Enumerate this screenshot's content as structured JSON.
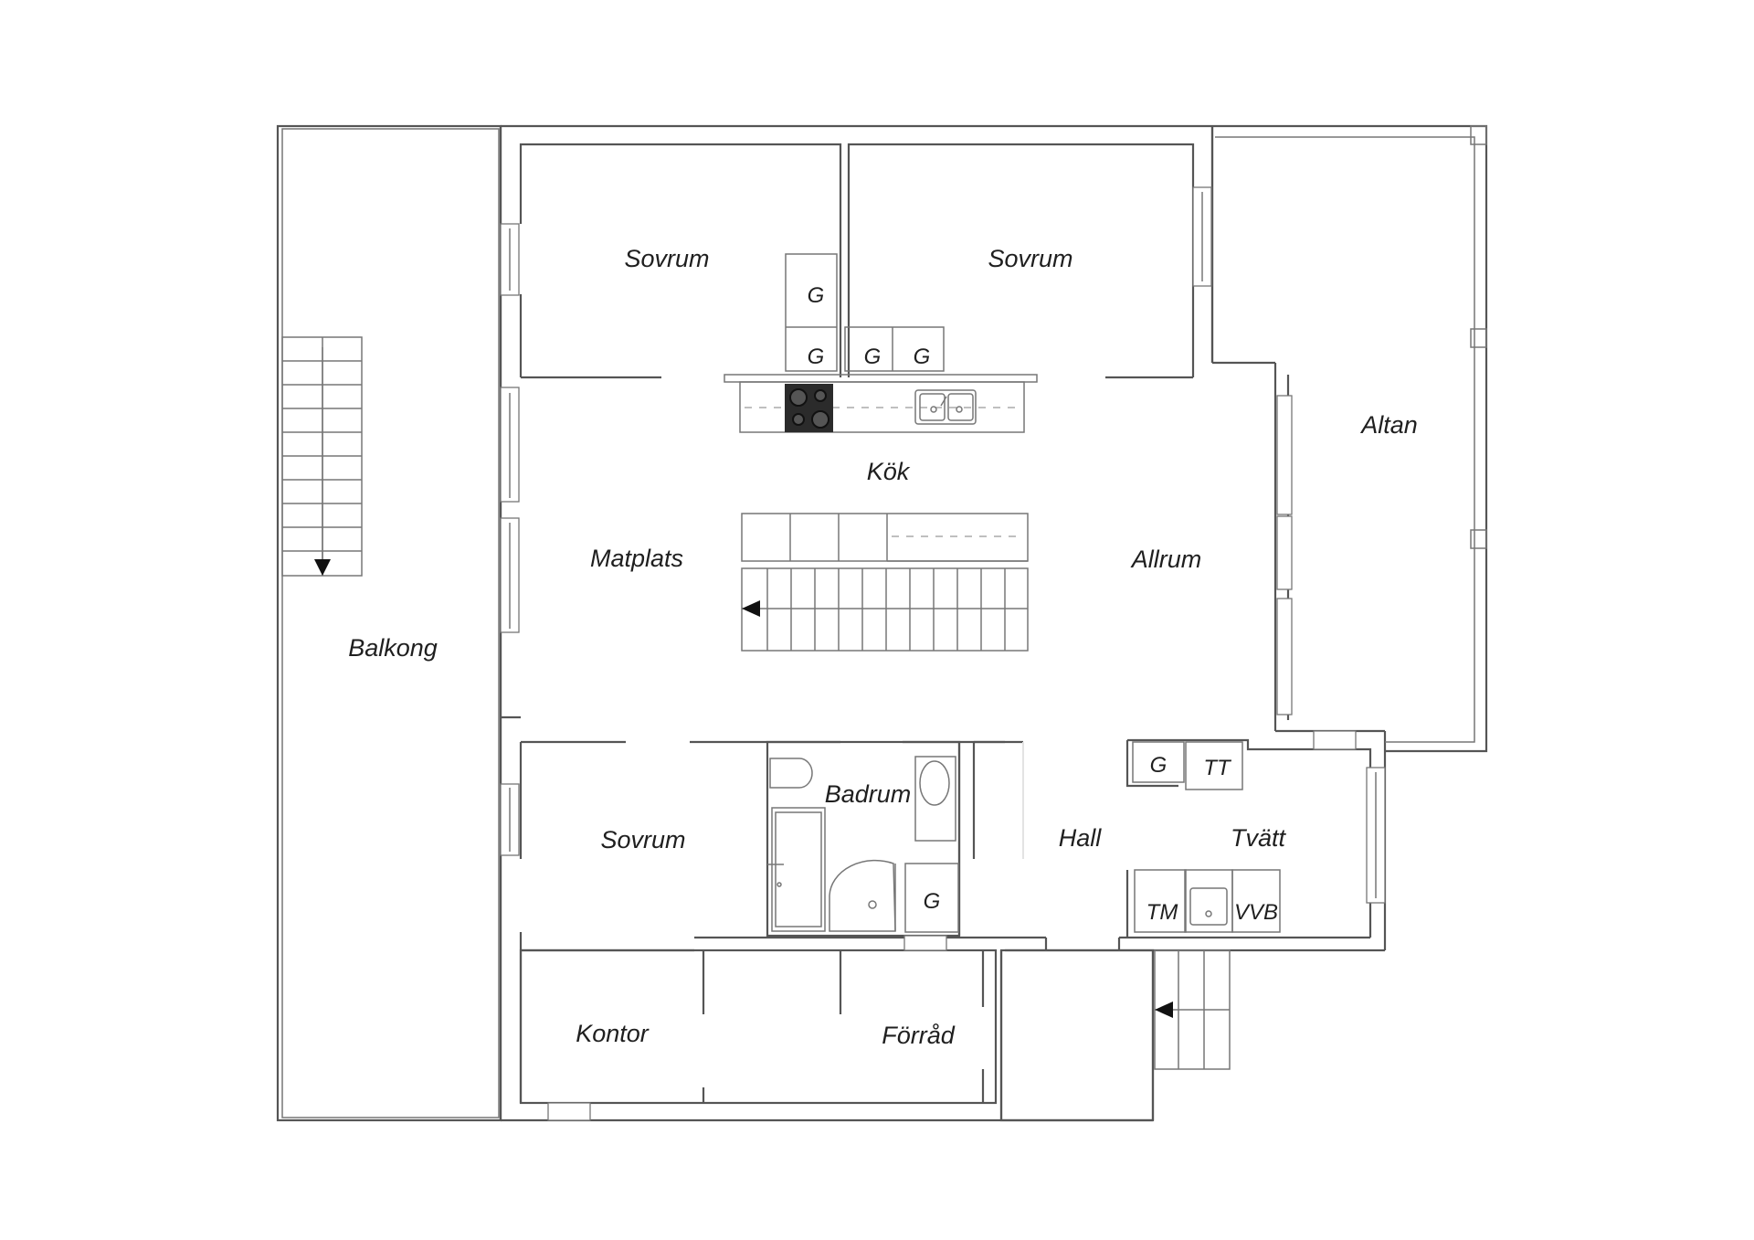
{
  "rooms": {
    "balkong": "Balkong",
    "sovrum_top_left": "Sovrum",
    "sovrum_top_right": "Sovrum",
    "kok": "Kök",
    "matplats": "Matplats",
    "allrum": "Allrum",
    "altan": "Altan",
    "sovrum_bottom": "Sovrum",
    "badrum": "Badrum",
    "hall": "Hall",
    "tvatt": "Tvätt",
    "kontor": "Kontor",
    "forrad": "Förråd"
  },
  "fixtures": {
    "g_wardrobe_upper": "G",
    "g_wardrobe_lower": "G",
    "g_wardrobe_mid": "G",
    "g_wardrobe_right": "G",
    "g_laundry": "G",
    "tt": "TT",
    "g_bathroom": "G",
    "tm": "TM",
    "vvb": "VVB"
  },
  "colors": {
    "wall": "#555555",
    "text": "#1f1f1f",
    "hob": "#2b2b2b"
  }
}
